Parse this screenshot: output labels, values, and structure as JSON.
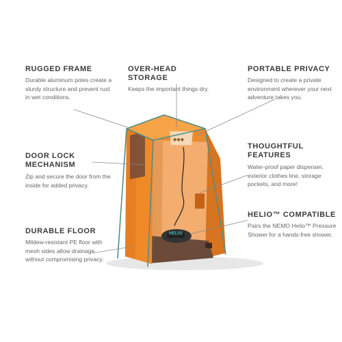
{
  "callouts": {
    "rugged_frame": {
      "title": "RUGGED FRAME",
      "body": "Durable aluminum poles create a sturdy structure and prevent rust in wet conditions."
    },
    "overhead_storage": {
      "title": "OVER-HEAD STORAGE",
      "body": "Keeps the important things dry."
    },
    "portable_privacy": {
      "title": "PORTABLE PRIVACY",
      "body": "Designed to create a private environment wherever your next adventure takes you."
    },
    "door_lock": {
      "title": "DOOR LOCK MECHANISM",
      "body": "Zip and secure the door from the inside for added privacy."
    },
    "thoughtful_features": {
      "title": "THOUGHTFUL FEATURES",
      "body": "Water-proof paper dispenser, exterior clothes line, storage pockets, and more!"
    },
    "helio_compatible": {
      "title": "HELIO™ COMPATIBLE",
      "body": "Pairs the NEMO Helio™ Pressure Shower for a hands-free shower."
    },
    "durable_floor": {
      "title": "DURABLE FLOOR",
      "body": "Mildew-resistant PE floor with mesh sides allow drainage without compromising privacy."
    }
  },
  "product_image": {
    "shower_label": "HELIO",
    "colors": {
      "tent_orange": "#f08a28",
      "tent_light": "#f6a447",
      "tent_dark": "#c9651c",
      "interior": "#f3b27a",
      "frame": "#4f8f8a",
      "floor": "#6b4a3a",
      "shower_body": "#333333",
      "shower_accent": "#3ec9c0",
      "leader_line": "#888888"
    }
  }
}
